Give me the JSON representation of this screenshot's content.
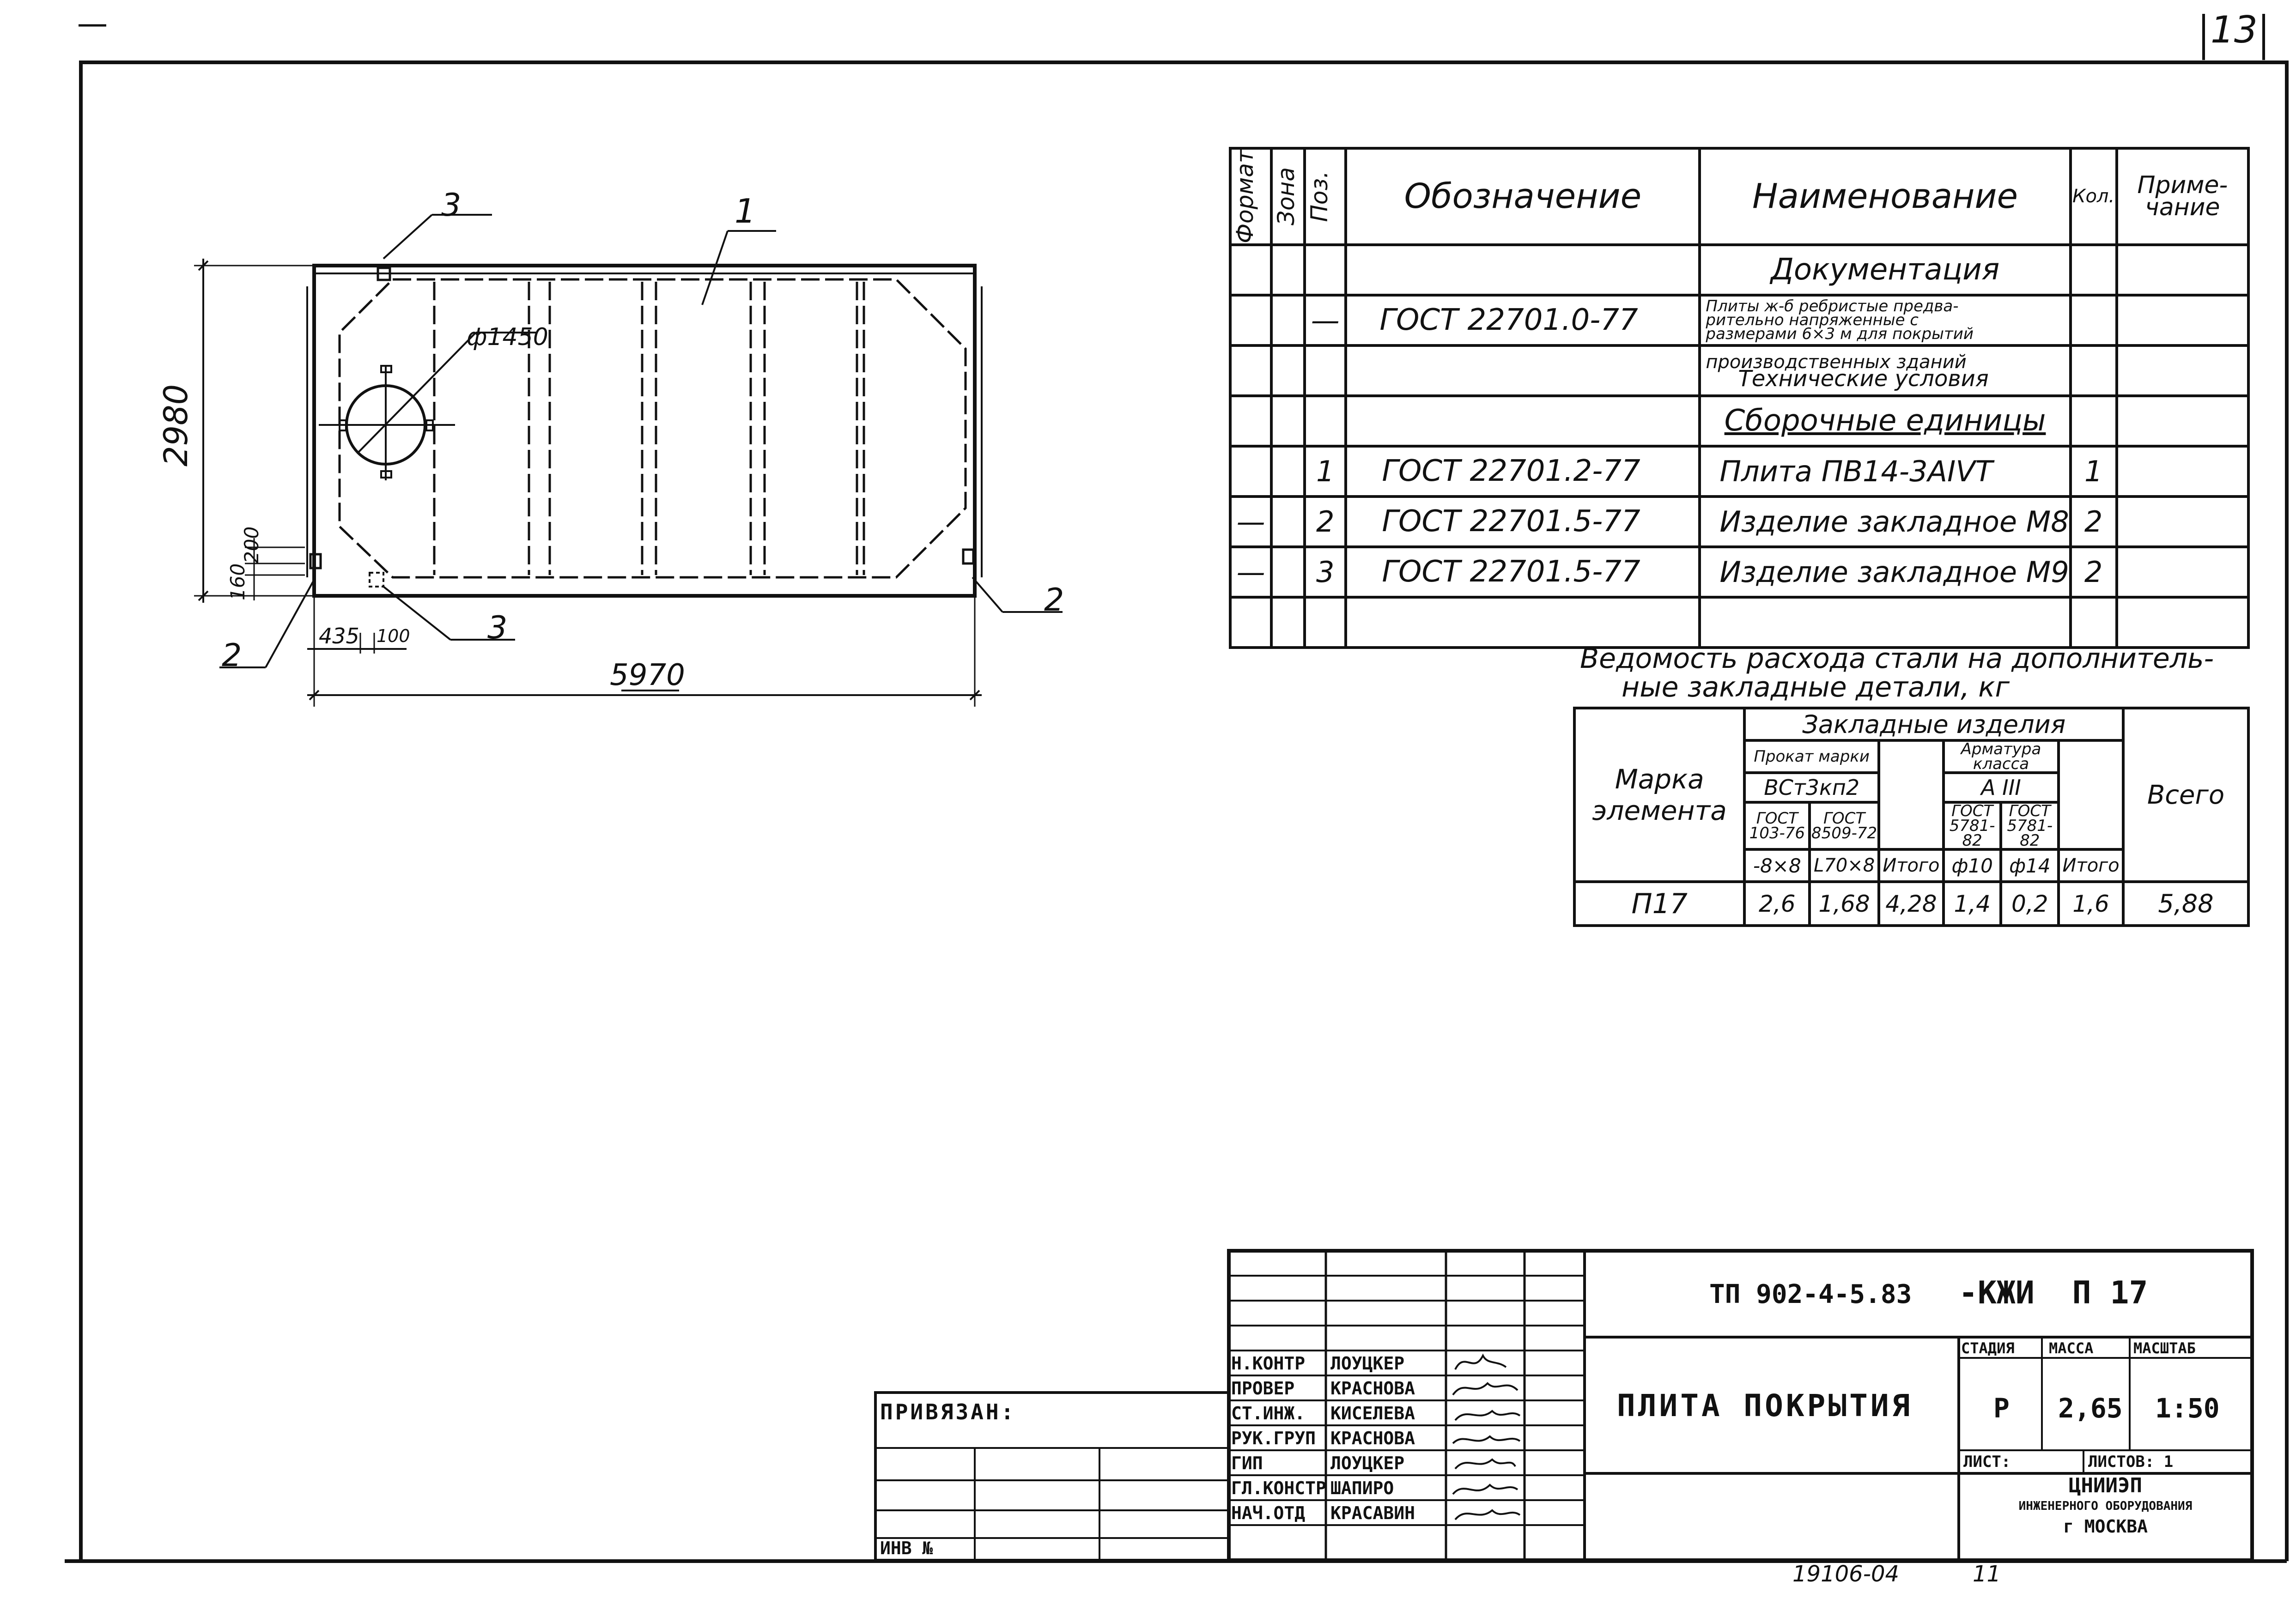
{
  "sheet": {
    "page_number": "13"
  },
  "drawing": {
    "callouts": {
      "pos1": "1",
      "pos2_left": "2",
      "pos2_right": "2",
      "pos3_top": "3",
      "pos3_bottom": "3"
    },
    "dims": {
      "length": "5970",
      "width": "2980",
      "hole": "ф1450",
      "off_435": "435",
      "off_100": "100",
      "off_160": "160",
      "off_200": "200"
    }
  },
  "spec": {
    "headers": {
      "format": "Формат",
      "zone": "Зона",
      "pos": "Поз.",
      "designation": "Обозначение",
      "name": "Наименование",
      "qty": "Кол.",
      "note": "Приме- чание"
    },
    "section_docs": "Документация",
    "doc_designation": "ГОСТ 22701.0-77",
    "doc_dash": "—",
    "doc_name_lines": [
      "Плиты ж-б ребристые предва-",
      "рительно напряженные с",
      "размерами 6×3 м для покрытий",
      "производственных зданий"
    ],
    "doc_tech": "Технические условия",
    "section_asm": "Сборочные единицы",
    "rows": [
      {
        "fmt": "",
        "pos": "1",
        "designation": "ГОСТ 22701.2-77",
        "name": "Плита ПВ14-3АIVТ",
        "qty": "1"
      },
      {
        "fmt": "—",
        "pos": "2",
        "designation": "ГОСТ 22701.5-77",
        "name": "Изделие закладное М8",
        "qty": "2"
      },
      {
        "fmt": "—",
        "pos": "3",
        "designation": "ГОСТ 22701.5-77",
        "name": "Изделие закладное М9",
        "qty": "2"
      }
    ]
  },
  "steel": {
    "caption_lines": [
      "Ведомость расхода стали на дополнитель-",
      "ные закладные детали, кг"
    ],
    "mark_header": "Марка элемента",
    "group_header": "Закладные изделия",
    "prokat": "Прокат марки",
    "prokat_grade": "ВСт3кп2",
    "armatura": "Арматура класса",
    "arm_class": "А III",
    "gost_a": "ГОСТ 103-76",
    "gost_b": "ГОСТ 8509-72",
    "gost_c": "ГОСТ 5781-82",
    "gost_d": "ГОСТ 5781-82",
    "sub_a": "-8×8",
    "sub_b": "L70×8",
    "sub_itogo1": "Итого",
    "sub_c": "ф10",
    "sub_d": "ф14",
    "sub_itogo2": "Итого",
    "total_header": "Всего",
    "row": {
      "mark": "П17",
      "a": "2,6",
      "b": "1,68",
      "itogo1": "4,28",
      "c": "1,4",
      "d": "0,2",
      "itogo2": "1,6",
      "total": "5,88"
    }
  },
  "title_block": {
    "code": "ТП 902-4-5.83",
    "suffix": "-КЖИ  П 17",
    "sheet_title": "ПЛИТА ПОКРЫТИЯ",
    "stage_label": "СТАДИЯ",
    "mass_label": "МАССА",
    "scale_label": "МАСШТАБ",
    "stage": "Р",
    "mass": "2,65",
    "scale": "1:50",
    "list_label": "ЛИСТ:",
    "lists_label": "ЛИСТОВ: 1",
    "org_lines": [
      "ЦНИИЭП",
      "ИНЖЕНЕРНОГО ОБОРУДОВАНИЯ",
      "г МОСКВА"
    ],
    "privyazan": "ПРИВЯЗАН:",
    "inv": "ИНВ №",
    "roles": [
      {
        "role": "Н.КОНТР",
        "person": "ЛОУЦКЕР"
      },
      {
        "role": "ПРОВЕР",
        "person": "КРАСНОВА"
      },
      {
        "role": "СТ.ИНЖ.",
        "person": "КИСЕЛЕВА"
      },
      {
        "role": "РУК.ГРУП",
        "person": "КРАСНОВА"
      },
      {
        "role": "ГИП",
        "person": "ЛОУЦКЕР"
      },
      {
        "role": "ГЛ.КОНСТР",
        "person": "ШАПИРО"
      },
      {
        "role": "НАЧ.ОТД",
        "person": "КРАСАВИН"
      }
    ]
  },
  "footer": {
    "archive": "19106-04",
    "mark": "11"
  }
}
